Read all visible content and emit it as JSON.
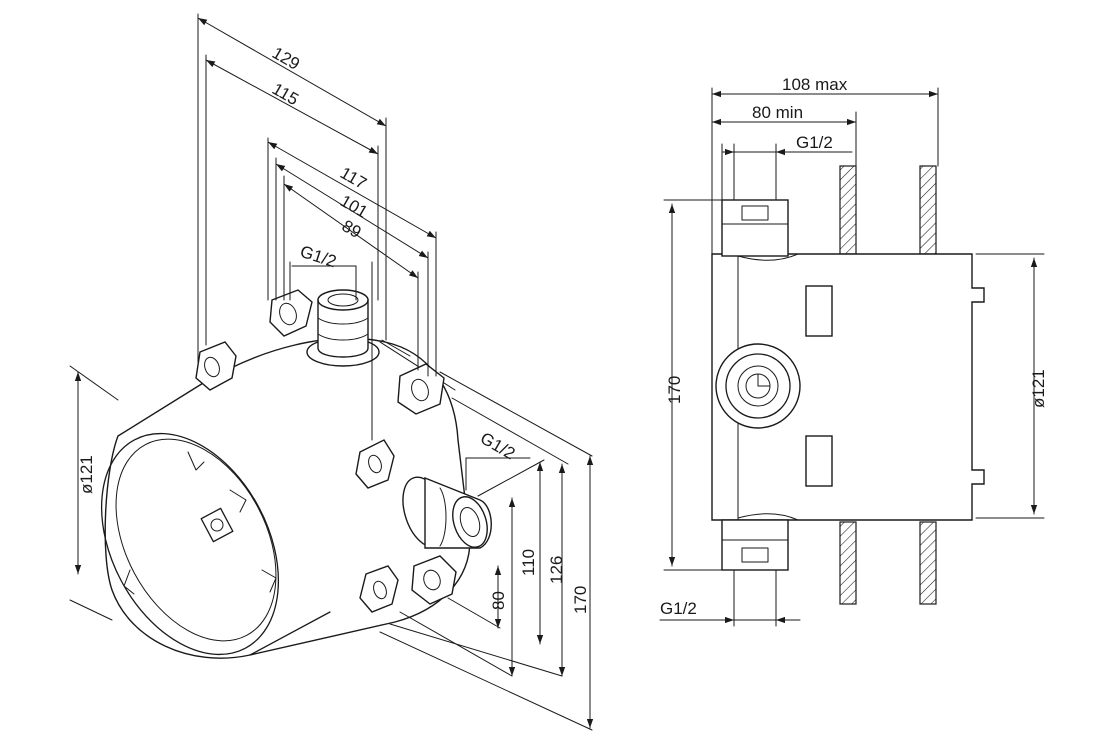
{
  "iso_view": {
    "dim_129": "129",
    "dim_115": "115",
    "dim_117": "117",
    "dim_101": "101",
    "dim_89": "89",
    "dim_thread_top": "G1/2",
    "dim_diameter": "ø121",
    "dim_thread_front": "G1/2",
    "dim_110": "110",
    "dim_126": "126",
    "dim_80": "80",
    "dim_170": "170"
  },
  "side_view": {
    "dim_108_max": "108 max",
    "dim_80_min": "80 min",
    "dim_thread_top": "G1/2",
    "dim_170": "170",
    "dim_diameter": "ø121",
    "dim_thread_bottom": "G1/2"
  },
  "colors": {
    "line": "#1a1a1a",
    "background": "#ffffff"
  }
}
